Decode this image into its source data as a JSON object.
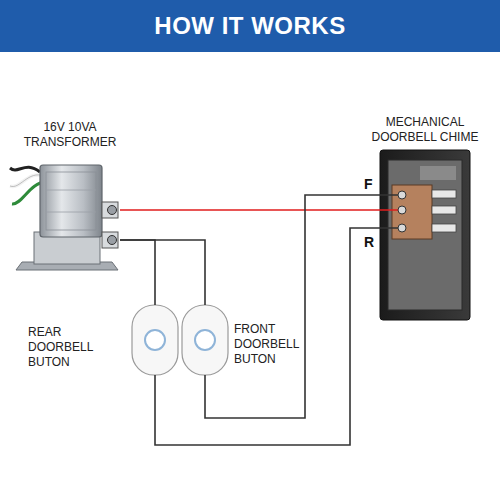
{
  "diagram": {
    "title": "HOW IT WORKS",
    "nodes": [
      {
        "text": [
          "16V 10VA TRANSFORMER"
        ]
      },
      {
        "text": [
          "MECHANICAL DOORBELL CHIME"
        ]
      },
      {
        "text": [
          "REAR DOORBELL BUTON"
        ]
      },
      {
        "text": [
          "FRONT DOORBELL BUTON"
        ]
      }
    ],
    "edges": [
      {
        "from": 0,
        "to": 1,
        "arrow": "none"
      },
      {
        "from": 0,
        "to": 2,
        "arrow": "none"
      },
      {
        "from": 0,
        "to": 3,
        "arrow": "none"
      },
      {
        "from": 3,
        "to": 1,
        "arrow": "none"
      },
      {
        "from": 2,
        "to": 1,
        "arrow": "none"
      }
    ],
    "labels": [
      "F",
      "R"
    ]
  }
}
